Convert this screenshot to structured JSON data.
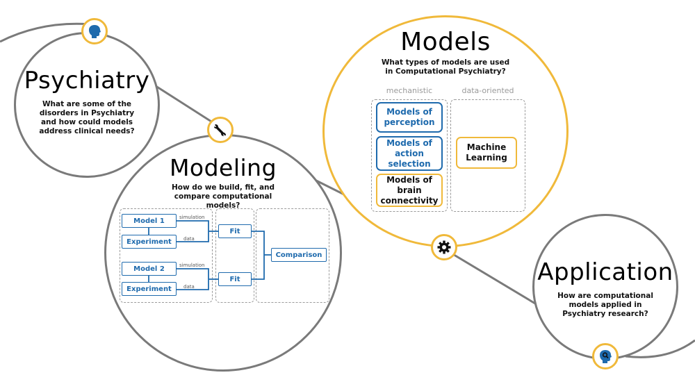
{
  "psychiatry": {
    "title": "Psychiatry",
    "question": "What are some of the disorders in Psychiatry and how could models address clinical needs?",
    "icon": "head-silhouette-icon"
  },
  "modeling": {
    "title": "Modeling",
    "question": "How do we build, fit, and compare computational models?",
    "icon": "wrench-icon",
    "flow": {
      "model1": "Model 1",
      "model2": "Model 2",
      "experiment1": "Experiment",
      "experiment2": "Experiment",
      "fit1": "Fit",
      "fit2": "Fit",
      "comparison": "Comparison",
      "simulation1": "simulation",
      "simulation2": "simulation",
      "data1": "data",
      "data2": "data"
    }
  },
  "models": {
    "title": "Models",
    "question": "What types of models are used in Computational Psychiatry?",
    "icon": "gear-icon",
    "mechanistic_label": "mechanistic",
    "data_oriented_label": "data-oriented",
    "mechanistic_items": [
      "Models of perception",
      "Models of action selection",
      "Models of brain connectivity"
    ],
    "data_oriented_items": [
      "Machine Learning"
    ]
  },
  "application": {
    "title": "Application",
    "question": "How are computational models applied in Psychiatry research?",
    "icon": "head-magnifier-icon"
  },
  "colors": {
    "accent_orange": "#f0b93a",
    "accent_blue": "#1e6aad",
    "circle_gray": "#7a7a7a"
  }
}
